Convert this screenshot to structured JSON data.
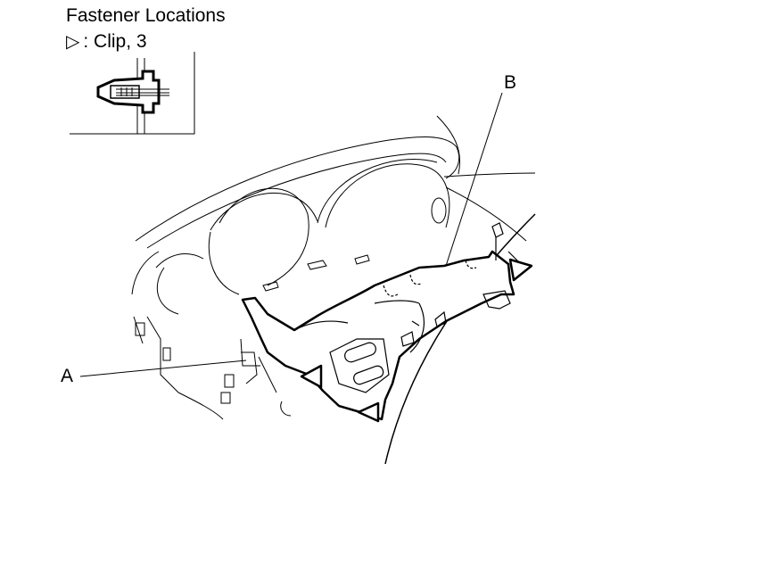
{
  "title": "Fastener Locations",
  "legend": {
    "symbol": "▷",
    "text": ": Clip, 3"
  },
  "callouts": {
    "a": "A",
    "b": "B"
  }
}
